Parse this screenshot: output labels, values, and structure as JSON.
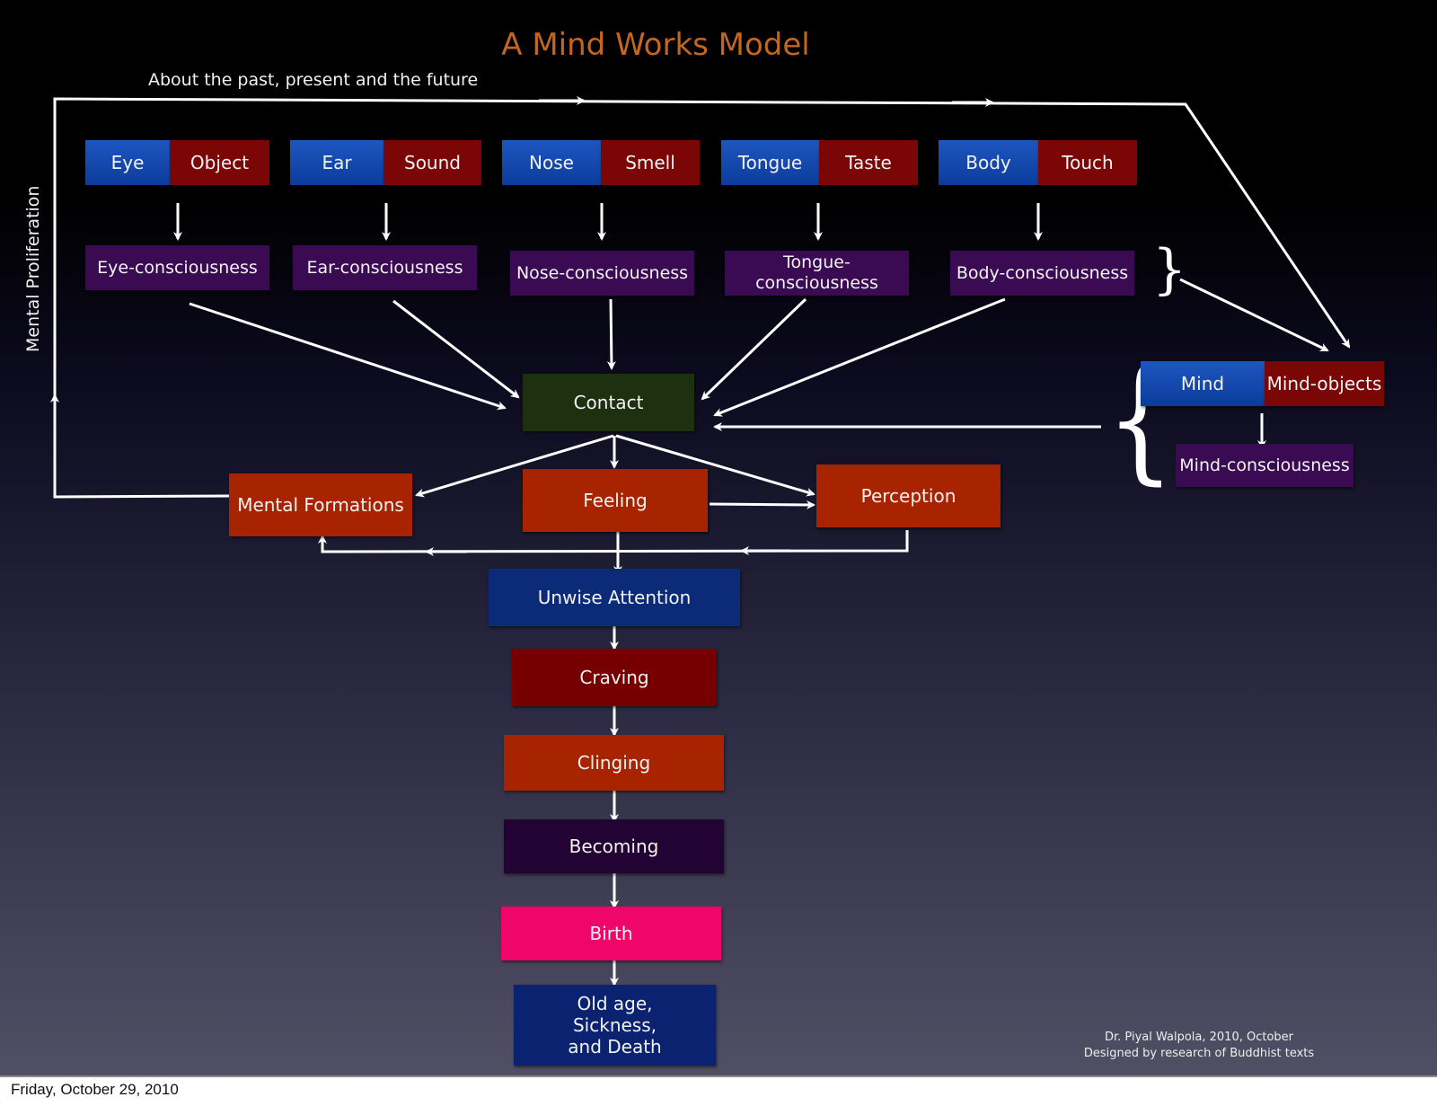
{
  "title": "A Mind Works Model",
  "top_flow_label": "About the past, present and the future",
  "side_flow_label": "Mental Proliferation",
  "sense_pairs": [
    {
      "sense": "Eye",
      "object": "Object",
      "consciousness": "Eye-consciousness"
    },
    {
      "sense": "Ear",
      "object": "Sound",
      "consciousness": "Ear-consciousness"
    },
    {
      "sense": "Nose",
      "object": "Smell",
      "consciousness": "Nose-consciousness"
    },
    {
      "sense": "Tongue",
      "object": "Taste",
      "consciousness": "Tongue-consciousness"
    },
    {
      "sense": "Body",
      "object": "Touch",
      "consciousness": "Body-consciousness"
    }
  ],
  "mind_pair": {
    "sense": "Mind",
    "object": "Mind-objects",
    "consciousness": "Mind-consciousness"
  },
  "nodes": {
    "contact": "Contact",
    "mental_formations": "Mental Formations",
    "feeling": "Feeling",
    "perception": "Perception",
    "unwise_attention": "Unwise Attention",
    "craving": "Craving",
    "clinging": "Clinging",
    "becoming": "Becoming",
    "birth": "Birth",
    "old_age": "Old age,\nSickness,\nand Death"
  },
  "colors": {
    "title": "#c4661d",
    "sense": "#1a4fb5",
    "object": "#7a0606",
    "consciousness": "#3a0a52",
    "contact": "#1d3010",
    "orange_red": "#a82300",
    "unwise_attention": "#0b2a78",
    "craving": "#760000",
    "becoming": "#220333",
    "birth": "#f0056a",
    "old_age": "#0a2270"
  },
  "credit": {
    "line1": "Dr. Piyal Walpola, 2010, October",
    "line2": "Designed by research of Buddhist texts"
  },
  "footer_date": "Friday, October 29, 2010"
}
